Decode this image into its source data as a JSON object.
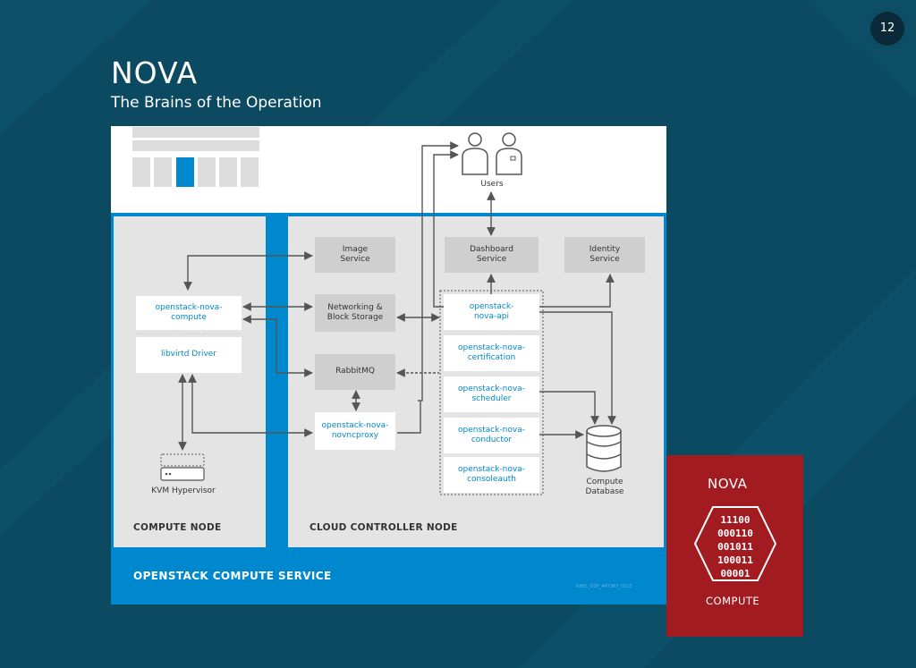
{
  "slide": {
    "title": "NOVA",
    "subtitle": "The Brains of the Operation",
    "page_number": "12"
  },
  "diagram": {
    "users_label": "Users",
    "boxes": {
      "image_service": "Image\nService",
      "dashboard_service": "Dashboard\nService",
      "identity_service": "Identity\nService",
      "networking": "Networking &\nBlock Storage",
      "rabbitmq": "RabbitMQ",
      "novncproxy": "openstack-nova-\nnovncproxy",
      "nova_compute": "openstack-nova-\ncompute",
      "libvirt": "libvirtd Driver",
      "nova_api": "openstack-\nnova-api",
      "nova_cert": "openstack-nova-\ncertification",
      "nova_scheduler": "openstack-nova-\nscheduler",
      "nova_conductor": "openstack-nova-\nconductor",
      "nova_consoleauth": "openstack-nova-\nconsoleauth"
    },
    "kvm_label": "KVM Hypervisor",
    "db_label": "Compute\nDatabase",
    "compute_node_label": "COMPUTE NODE",
    "controller_node_label": "CLOUD CONTROLLER NODE",
    "service_label": "OPENSTACK COMPUTE SERVICE",
    "tiny_code": "RHEL_OSP_447367_0215"
  },
  "nova_card": {
    "title": "NOVA",
    "subtitle": "COMPUTE",
    "binary_rows": [
      "11100",
      "000110",
      "001011",
      "100011",
      "00001"
    ]
  },
  "colors": {
    "background": "#0c4a62",
    "accent_blue": "#0088ce",
    "card_red": "#a11b20"
  }
}
